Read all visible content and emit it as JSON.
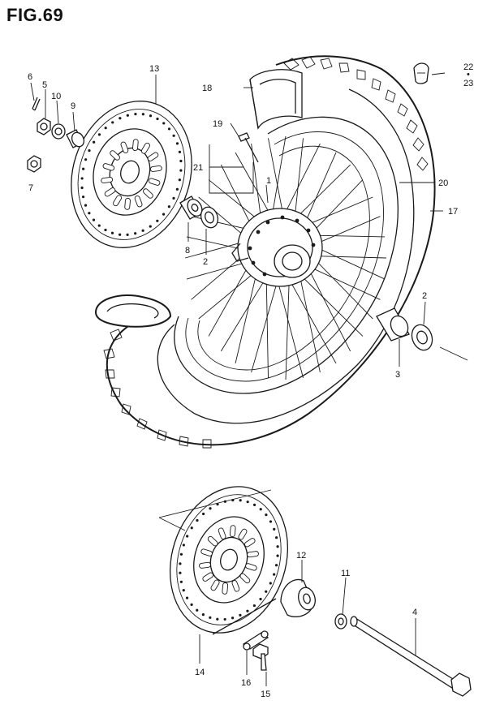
{
  "figure": {
    "title": "FIG.69"
  },
  "callouts": {
    "c1": "1",
    "c2a": "2",
    "c2b": "2",
    "c3": "3",
    "c4": "4",
    "c5": "5",
    "c6": "6",
    "c7": "7",
    "c8": "8",
    "c9": "9",
    "c10": "10",
    "c11": "11",
    "c12": "12",
    "c13": "13",
    "c14": "14",
    "c15": "15",
    "c16": "16",
    "c17": "17",
    "c18": "18",
    "c19": "19",
    "c20": "20",
    "c21": "21",
    "c22": "22",
    "c23": "23"
  }
}
